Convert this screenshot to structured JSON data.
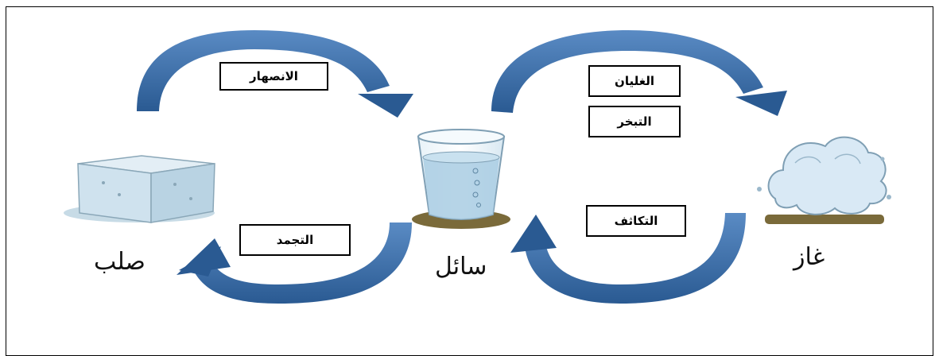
{
  "diagram": {
    "states": {
      "solid": "صلب",
      "liquid": "سائل",
      "gas": "غاز"
    },
    "processes": {
      "melting": "الانصهار",
      "freezing": "التجمد",
      "boiling": "الغليان",
      "evaporation": "التبخر",
      "condensation": "التكاثف"
    },
    "illustrations": [
      "ice-cube",
      "glass-of-water",
      "vapor-cloud"
    ]
  },
  "colors": {
    "arrow": "#3b6ea8",
    "arrow_dark": "#274f80",
    "ice": "#cfe3ef",
    "water": "#a9cde3",
    "cloud": "#d9e9f5",
    "ground": "#7a6a3a"
  }
}
